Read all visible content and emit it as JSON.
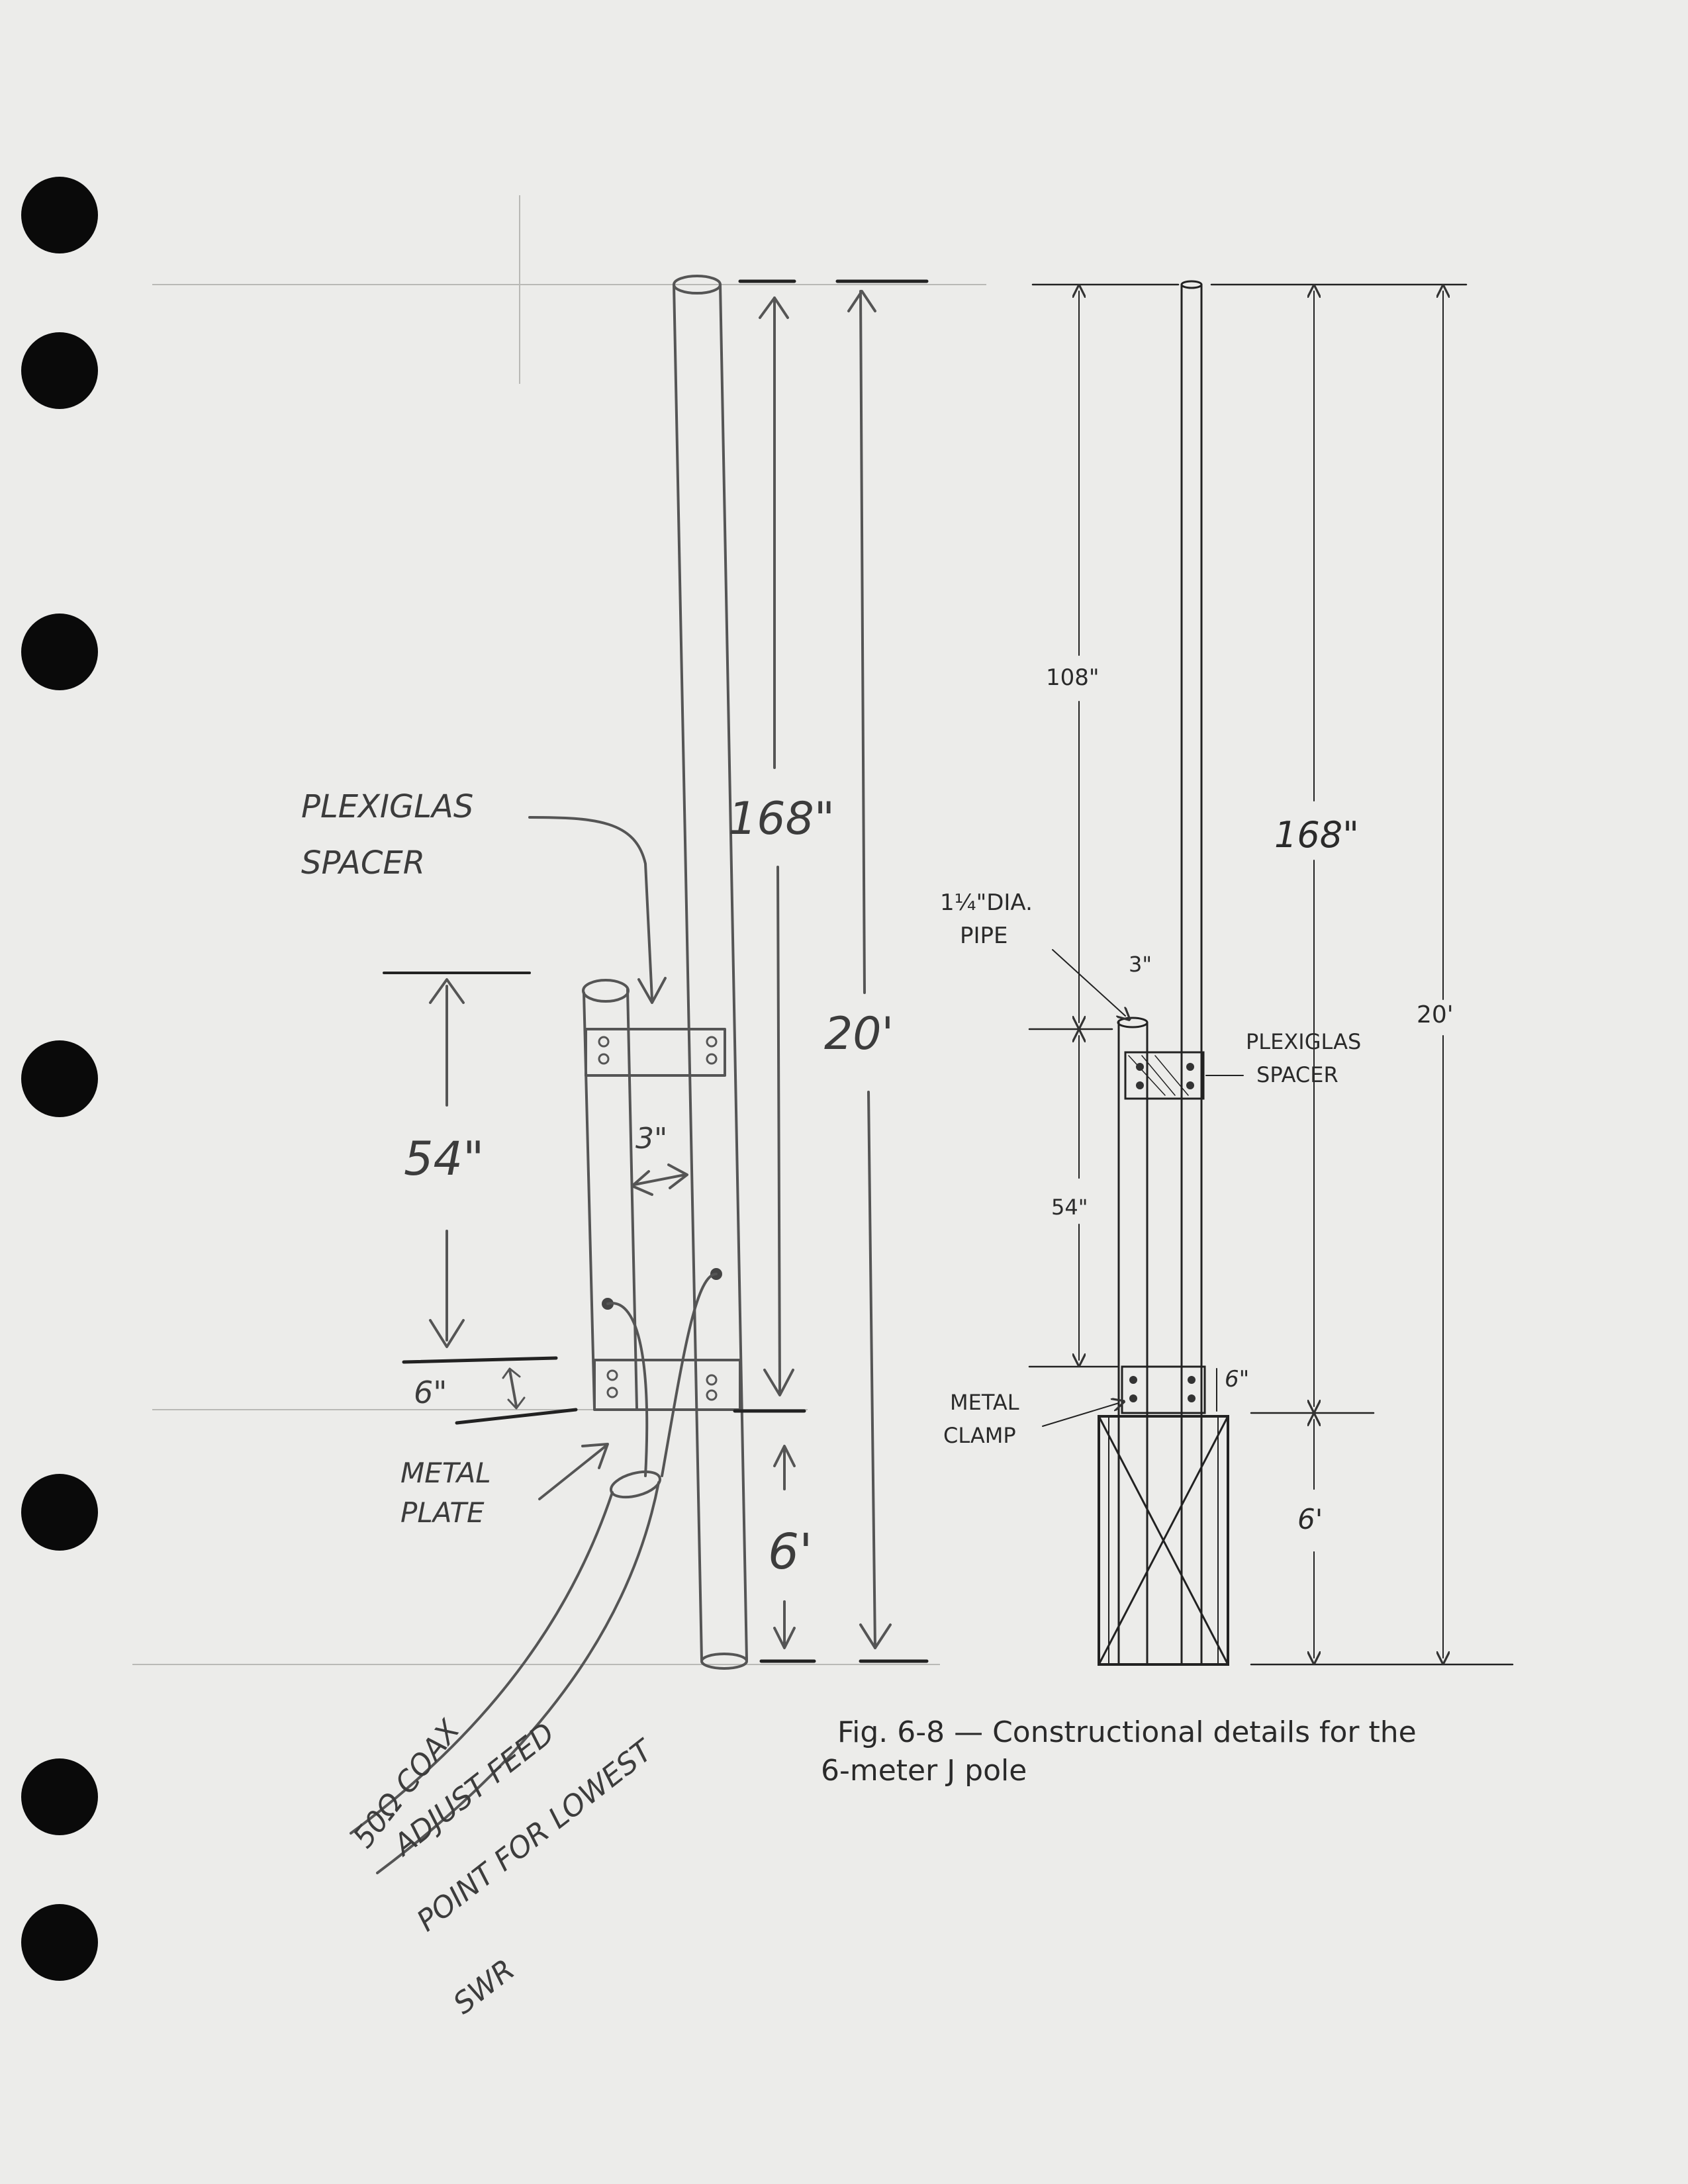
{
  "sketch": {
    "spacer_label": [
      "PLEXIGLAS",
      "SPACER"
    ],
    "length_168": "168\"",
    "length_20ft": "20'",
    "length_54": "54\"",
    "length_3": "3\"",
    "length_6in": "6\"",
    "length_6ft": "6'",
    "plate_label": [
      "METAL",
      "PLATE"
    ],
    "coax_label": "50Ω COAX",
    "note": [
      "ADJUST FEED",
      "POINT FOR LOWEST",
      "SWR"
    ]
  },
  "printed": {
    "length_108": "108\"",
    "length_168": "168\"",
    "length_20ft": "20'",
    "pipe_label": [
      "1¼\"DIA.",
      "PIPE"
    ],
    "length_3": "3\"",
    "spacer_label": [
      "PLEXIGLAS",
      "SPACER"
    ],
    "length_54": "54\"",
    "clamp_label": [
      "METAL",
      "CLAMP"
    ],
    "length_6in": "6\"",
    "length_6ft": "6'"
  },
  "caption": [
    "Fig. 6-8 — Constructional details for the",
    "6-meter J pole"
  ]
}
